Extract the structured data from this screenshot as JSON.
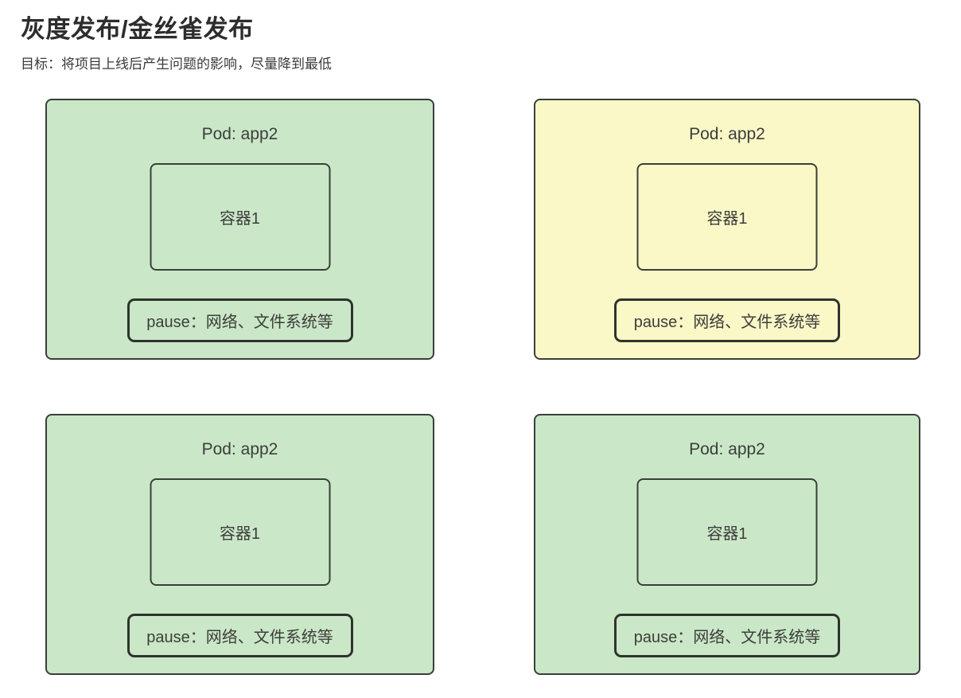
{
  "page": {
    "title": "灰度发布/金丝雀发布",
    "subtitle": "目标：将项目上线后产生问题的影响，尽量降到最低"
  },
  "colors": {
    "green_fill": "#cae8c7",
    "yellow_fill": "#f9f8c6",
    "box_border": "#3a3f3a",
    "pause_border": "#2f332f",
    "text": "#3d3d3d"
  },
  "pods": [
    {
      "id": "pod-top-left",
      "title": "Pod: app2",
      "container_label": "容器1",
      "pause_label": "pause：网络、文件系统等",
      "fill": "#cae8c7"
    },
    {
      "id": "pod-top-right",
      "title": "Pod: app2",
      "container_label": "容器1",
      "pause_label": "pause：网络、文件系统等",
      "fill": "#f9f8c6"
    },
    {
      "id": "pod-bottom-left",
      "title": "Pod: app2",
      "container_label": "容器1",
      "pause_label": "pause：网络、文件系统等",
      "fill": "#cae8c7"
    },
    {
      "id": "pod-bottom-right",
      "title": "Pod: app2",
      "container_label": "容器1",
      "pause_label": "pause：网络、文件系统等",
      "fill": "#cae8c7"
    }
  ]
}
